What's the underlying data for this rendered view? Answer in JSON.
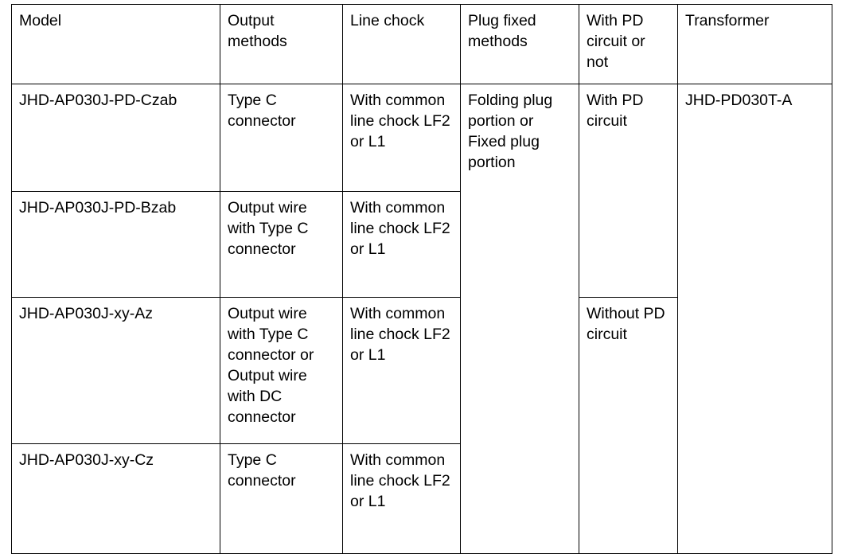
{
  "table": {
    "columns": [
      {
        "key": "model",
        "label": "Model"
      },
      {
        "key": "output",
        "label": "Output\nmethods"
      },
      {
        "key": "chock",
        "label": "Line chock"
      },
      {
        "key": "plug",
        "label": "Plug fixed\nmethods"
      },
      {
        "key": "pd",
        "label": "With PD\ncircuit or\nnot"
      },
      {
        "key": "transformer",
        "label": "Transformer"
      }
    ],
    "header": {
      "model": "Model",
      "output": "Output methods",
      "chock": "Line chock",
      "plug": "Plug fixed methods",
      "pd": "With PD circuit or not",
      "transformer": "Transformer"
    },
    "rows": [
      {
        "model": "JHD-AP030J-PD-Czab",
        "output": "Type C connector",
        "chock": "With common line chock LF2 or L1",
        "plug": "Folding plug portion or Fixed plug portion",
        "pd": "With PD circuit",
        "transformer": "JHD-PD030T-A"
      },
      {
        "model": "JHD-AP030J-PD-Bzab",
        "output": "Output wire with Type C connector",
        "chock": "With common line chock LF2 or L1"
      },
      {
        "model": "JHD-AP030J-xy-Az",
        "output": "Output wire with Type C connector or Output wire with DC connector",
        "chock": "With common line chock LF2 or L1",
        "pd": "Without PD circuit"
      },
      {
        "model": "JHD-AP030J-xy-Cz",
        "output": "Type C connector",
        "chock": "With common line chock LF2 or L1"
      }
    ],
    "merges": {
      "plug_rowspan": 4,
      "transformer_rowspan": 4,
      "pd_with_rowspan": 2,
      "pd_without_rowspan": 2
    },
    "colors": {
      "border": "#000000",
      "text": "#000000",
      "background": "#ffffff"
    }
  }
}
